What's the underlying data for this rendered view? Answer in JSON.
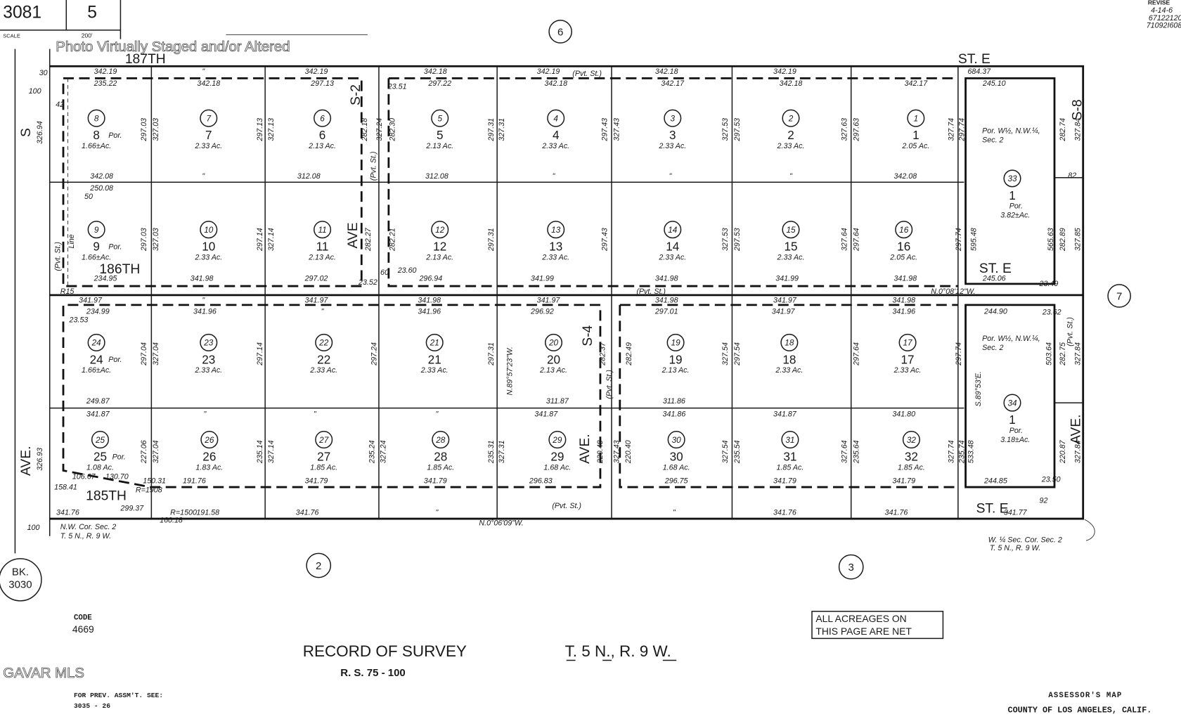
{
  "header": {
    "book": "3081",
    "page": "5",
    "scale_label": "SCALE",
    "scale_value": "200'",
    "watermark": "Photo Virtually Staged and/or Altered",
    "revise_label": "REVISE",
    "revise_lines": [
      "4-14-6",
      "67122120",
      "71092I608"
    ]
  },
  "adjoining": {
    "top": "6",
    "right": "7",
    "bottom_left": "2",
    "bottom_right": "3",
    "book_ref": [
      "BK.",
      "3030"
    ]
  },
  "streets": {
    "n187": "187TH",
    "ste_top": "ST. E",
    "s_left": "S",
    "n186": "186TH",
    "ave_left": "AVE.",
    "n185": "185TH",
    "ste_mid": "ST. E",
    "ste_bottom": "ST. E",
    "s2": "S-2",
    "s2_ave": "AVE",
    "s4": "S-4",
    "s4_ave": "AVE.",
    "s8": "S-8",
    "s8_ave": "AVE.",
    "pvt": "(Pvt. St.)",
    "bearing1": "N.0°08'12\"W.",
    "bearing2": "N.0°06'09\"W.",
    "bearing3": "N.89°57'23\"W.",
    "bearing4": "S.89°53'E.",
    "line_label": "Line"
  },
  "lots": [
    {
      "parcel": "8",
      "lot": "8",
      "por": "Por.",
      "acres": "1.66±Ac."
    },
    {
      "parcel": "7",
      "lot": "7",
      "acres": "2.33 Ac."
    },
    {
      "parcel": "6",
      "lot": "6",
      "acres": "2.13 Ac."
    },
    {
      "parcel": "5",
      "lot": "5",
      "acres": "2.13 Ac."
    },
    {
      "parcel": "4",
      "lot": "4",
      "acres": "2.33 Ac."
    },
    {
      "parcel": "3",
      "lot": "3",
      "acres": "2.33 Ac."
    },
    {
      "parcel": "2",
      "lot": "2",
      "acres": "2.33 Ac."
    },
    {
      "parcel": "1",
      "lot": "1",
      "acres": "2.05 Ac."
    },
    {
      "parcel": "9",
      "lot": "9",
      "por": "Por.",
      "acres": "1.66±Ac."
    },
    {
      "parcel": "10",
      "lot": "10",
      "acres": "2.33 Ac."
    },
    {
      "parcel": "11",
      "lot": "11",
      "acres": "2.13 Ac."
    },
    {
      "parcel": "12",
      "lot": "12",
      "acres": "2.13 Ac."
    },
    {
      "parcel": "13",
      "lot": "13",
      "acres": "2.33 Ac."
    },
    {
      "parcel": "14",
      "lot": "14",
      "acres": "2.33 Ac."
    },
    {
      "parcel": "15",
      "lot": "15",
      "acres": "2.33 Ac."
    },
    {
      "parcel": "16",
      "lot": "16",
      "acres": "2.05 Ac."
    },
    {
      "parcel": "24",
      "lot": "24",
      "por": "Por.",
      "acres": "1.66±Ac."
    },
    {
      "parcel": "23",
      "lot": "23",
      "acres": "2.33 Ac."
    },
    {
      "parcel": "22",
      "lot": "22",
      "acres": "2.33 Ac."
    },
    {
      "parcel": "21",
      "lot": "21",
      "acres": "2.33 Ac."
    },
    {
      "parcel": "20",
      "lot": "20",
      "acres": "2.13 Ac."
    },
    {
      "parcel": "19",
      "lot": "19",
      "acres": "2.13 Ac."
    },
    {
      "parcel": "18",
      "lot": "18",
      "acres": "2.33 Ac."
    },
    {
      "parcel": "17",
      "lot": "17",
      "acres": "2.33 Ac."
    },
    {
      "parcel": "25",
      "lot": "25",
      "por": "Por.",
      "acres": "1.08 Ac."
    },
    {
      "parcel": "26",
      "lot": "26",
      "acres": "1.83 Ac."
    },
    {
      "parcel": "27",
      "lot": "27",
      "acres": "1.85 Ac."
    },
    {
      "parcel": "28",
      "lot": "28",
      "acres": "1.85 Ac."
    },
    {
      "parcel": "29",
      "lot": "29",
      "acres": "1.68 Ac."
    },
    {
      "parcel": "30",
      "lot": "30",
      "acres": "1.68 Ac."
    },
    {
      "parcel": "31",
      "lot": "31",
      "acres": "1.85 Ac."
    },
    {
      "parcel": "32",
      "lot": "32",
      "acres": "1.85 Ac."
    },
    {
      "parcel": "33",
      "lot": "1",
      "por": "Por.",
      "acres": "3.82±Ac.",
      "note": [
        "Por. W½, N.W.¼,",
        "Sec. 2"
      ]
    },
    {
      "parcel": "34",
      "lot": "1",
      "por": "Por.",
      "acres": "3.18±Ac.",
      "note": [
        "Por. W½, N.W.¼,",
        "Sec. 2"
      ]
    }
  ],
  "dimensions": {
    "row_top_outer": [
      "342.19",
      "\"",
      "342.19",
      "342.18",
      "342.19",
      "342.18",
      "342.19",
      "684.37"
    ],
    "row_top_inner": [
      "235.22",
      "342.18",
      "297.13",
      "297.22",
      "342.18",
      "342.17",
      "342.18",
      "342.17",
      "245.10"
    ],
    "row_mid1": [
      "342.08",
      "\"",
      "312.08",
      "312.08",
      "\"",
      "\"",
      "\"",
      "342.08"
    ],
    "row_mid1b": [
      "250.08"
    ],
    "row_186_north": [
      "234.95",
      "341.98",
      "297.02",
      "296.94",
      "341.99",
      "341.98",
      "341.99",
      "341.98",
      "245.06"
    ],
    "row_186_south": [
      "341.97",
      "\"",
      "341.97",
      "341.98",
      "341.97",
      "341.98",
      "341.97",
      "341.98"
    ],
    "row_186_south_inner": [
      "234.99",
      "341.96",
      "\"",
      "341.96",
      "296.92",
      "297.01",
      "341.97",
      "341.96",
      "244.90"
    ],
    "row_mid2": [
      "249.87",
      "311.87",
      "311.86"
    ],
    "row_mid2b": [
      "341.87",
      "\"",
      "\"",
      "\"",
      "341.87",
      "341.86",
      "341.87",
      "341.80"
    ],
    "row_185_north": [
      "150.31",
      "191.76",
      "341.79",
      "341.79",
      "296.83",
      "296.75",
      "341.79",
      "341.79",
      "244.85"
    ],
    "row_bottom": [
      "341.76",
      "191.58",
      "341.76",
      "\"",
      "\"",
      "341.76",
      "341.76",
      "341.77"
    ],
    "vertical_row1": [
      "297.03",
      "327.03",
      "297.13",
      "327.13",
      "282.18",
      "327.24",
      "282.30",
      "297.31",
      "327.31",
      "297.43",
      "327.43",
      "327.53",
      "297.53",
      "327.63",
      "297.63",
      "327.74",
      "297.74",
      "282.74",
      "327.84"
    ],
    "vertical_row2": [
      "297.03",
      "327.03",
      "297.14",
      "327.14",
      "282.27",
      "282.21",
      "297.31",
      "297.43",
      "327.53",
      "297.53",
      "327.64",
      "297.64",
      "297.74",
      "595.48",
      "565.63",
      "282.89",
      "327.85"
    ],
    "vertical_row3": [
      "297.04",
      "327.04",
      "297.14",
      "297.24",
      "297.31",
      "282.37",
      "282.49",
      "327.54",
      "297.54",
      "297.64",
      "297.74",
      "282.75",
      "327.84",
      "503.64"
    ],
    "vertical_row4": [
      "227.06",
      "327.04",
      "235.14",
      "327.14",
      "235.24",
      "327.24",
      "235.31",
      "327.31",
      "220.48",
      "327.43",
      "220.40",
      "327.54",
      "235.54",
      "327.64",
      "235.64",
      "327.74",
      "235.74",
      "220.87",
      "327.84",
      "533.48"
    ],
    "left_margin": [
      "100",
      "326.94",
      "326.93",
      "100"
    ],
    "small": [
      "30",
      "50",
      "60",
      "82",
      "R15",
      "23.60",
      "23.52",
      "23.51",
      "23.49",
      "23.50",
      "23.62",
      "23.53",
      "106.67",
      "130.70",
      "158.41",
      "299.37",
      "160.18",
      "R=1500",
      "R=1908",
      "92",
      "42"
    ]
  },
  "corner_notes": {
    "nw": [
      "N.W. Cor. Sec. 2",
      "T. 5 N., R. 9 W."
    ],
    "w_quarter": [
      "W. ¼ Sec. Cor. Sec. 2",
      "T. 5 N., R. 9 W."
    ]
  },
  "footer": {
    "code_label": "CODE",
    "code_value": "4669",
    "title": "RECORD OF SURVEY",
    "rs": "R. S. 75 - 100",
    "township": "T. 5 N., R. 9 W.",
    "acreage_note": [
      "ALL ACREAGES ON",
      "THIS PAGE ARE NET"
    ],
    "prev_label": "FOR PREV. ASSM'T. SEE:",
    "prev_value": "3035 - 26",
    "mls_watermark": "GAVAR MLS",
    "assessor": "ASSESSOR'S MAP",
    "county": "COUNTY OF LOS ANGELES, CALIF."
  }
}
